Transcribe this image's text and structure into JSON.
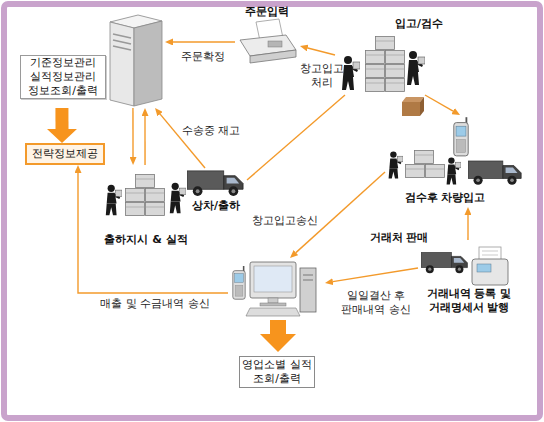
{
  "diagram": {
    "nodes": [
      {
        "text": [
          "기준정보관리 실적정보관리 정보조회/출력"
        ]
      },
      {
        "text": [
          "전략정보제공"
        ]
      },
      {
        "text": [
          "주문입력"
        ]
      },
      {
        "text": [
          "입고/검수"
        ]
      },
      {
        "text": [
          "상차/출하"
        ]
      },
      {
        "text": [
          "출하지시 & 실적"
        ]
      },
      {
        "text": [
          "검수후 차량입고"
        ]
      },
      {
        "text": [
          "거래처 판매",
          "거래내역 등록 및 거래명세서 발행"
        ]
      },
      {
        "text": [
          "영업소별 실적 조회/출력"
        ]
      }
    ],
    "edges": [
      {
        "from": 0,
        "to": 1,
        "arrow": "to"
      },
      {
        "from": 2,
        "to": 0,
        "label": "주문확정",
        "arrow": "to"
      },
      {
        "from": 3,
        "to": 2,
        "label": "창고입고 처리",
        "arrow": "to"
      },
      {
        "from": 3,
        "to": 6,
        "arrow": "to"
      },
      {
        "from": 4,
        "to": 0,
        "label": "수송중 재고",
        "arrow": "to"
      },
      {
        "from": 3,
        "to": 4,
        "arrow": "none"
      },
      {
        "from": 0,
        "to": 5,
        "arrow": "to"
      },
      {
        "from": 5,
        "to": 0,
        "arrow": "to"
      },
      {
        "from": 6,
        "to": 8,
        "label": "창고입고송신",
        "arrow": "to"
      },
      {
        "from": 7,
        "to": 6,
        "arrow": "to"
      },
      {
        "from": 7,
        "to": 8,
        "label": "일일결산 후 판매내역 송신",
        "arrow": "to"
      },
      {
        "from": 8,
        "to": 1,
        "label": "매출 및 수금내역 송신",
        "arrow": "to"
      }
    ]
  }
}
